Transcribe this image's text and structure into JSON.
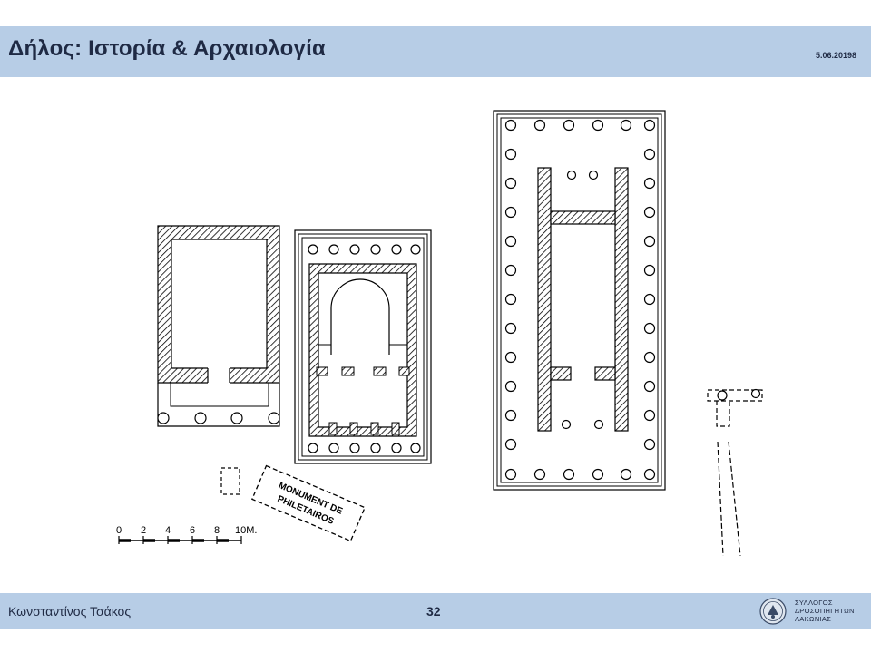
{
  "header": {
    "title": "Δήλος: Ιστορία & Αρχαιολογία",
    "date": "5.06.20198"
  },
  "plan": {
    "monument_label_line1": "MONUMENT DE",
    "monument_label_line2": "PHILETAIROS",
    "scale_labels": [
      "0",
      "2",
      "4",
      "6",
      "8",
      "10M."
    ]
  },
  "footer": {
    "author": "Κωνσταντίνος Τσάκος",
    "page_number": "32",
    "org_line1": "ΣΥΛΛΟΓΟΣ",
    "org_line2": "ΔΡΟΣΟΠΗΓΗΤΩΝ",
    "org_line3": "ΛΑΚΩΝΙΑΣ",
    "org_logo_icon": "association-seal-icon"
  }
}
